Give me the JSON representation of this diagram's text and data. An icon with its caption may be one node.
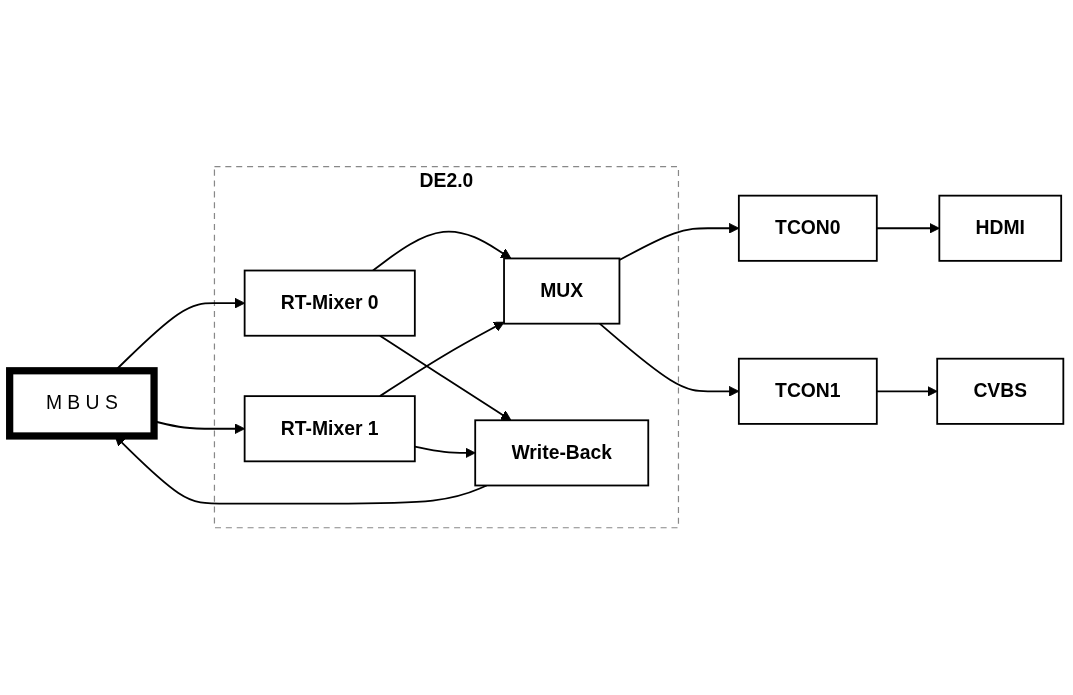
{
  "diagram": {
    "nodes": [
      {
        "text": [
          "M B U S"
        ]
      },
      {
        "text": [
          "DE2.0"
        ]
      },
      {
        "text": [
          "RT-Mixer 0"
        ],
        "in": 1
      },
      {
        "text": [
          "RT-Mixer 1"
        ],
        "in": 1
      },
      {
        "text": [
          "MUX"
        ],
        "in": 1
      },
      {
        "text": [
          "Write-Back"
        ],
        "in": 1
      },
      {
        "text": [
          "TCON0"
        ]
      },
      {
        "text": [
          "TCON1"
        ]
      },
      {
        "text": [
          "HDMI"
        ]
      },
      {
        "text": [
          "CVBS"
        ]
      }
    ],
    "edges": [
      {
        "from": 0,
        "to": 2,
        "arrow": "to"
      },
      {
        "from": 0,
        "to": 3,
        "arrow": "to"
      },
      {
        "from": 2,
        "to": 4,
        "arrow": "to"
      },
      {
        "from": 3,
        "to": 4,
        "arrow": "to"
      },
      {
        "from": 2,
        "to": 5,
        "arrow": "to"
      },
      {
        "from": 3,
        "to": 5,
        "arrow": "to"
      },
      {
        "from": 5,
        "to": 0,
        "arrow": "to"
      },
      {
        "from": 4,
        "to": 6,
        "arrow": "to"
      },
      {
        "from": 4,
        "to": 7,
        "arrow": "to"
      },
      {
        "from": 6,
        "to": 8,
        "arrow": "to"
      },
      {
        "from": 7,
        "to": 9,
        "arrow": "to"
      }
    ]
  }
}
